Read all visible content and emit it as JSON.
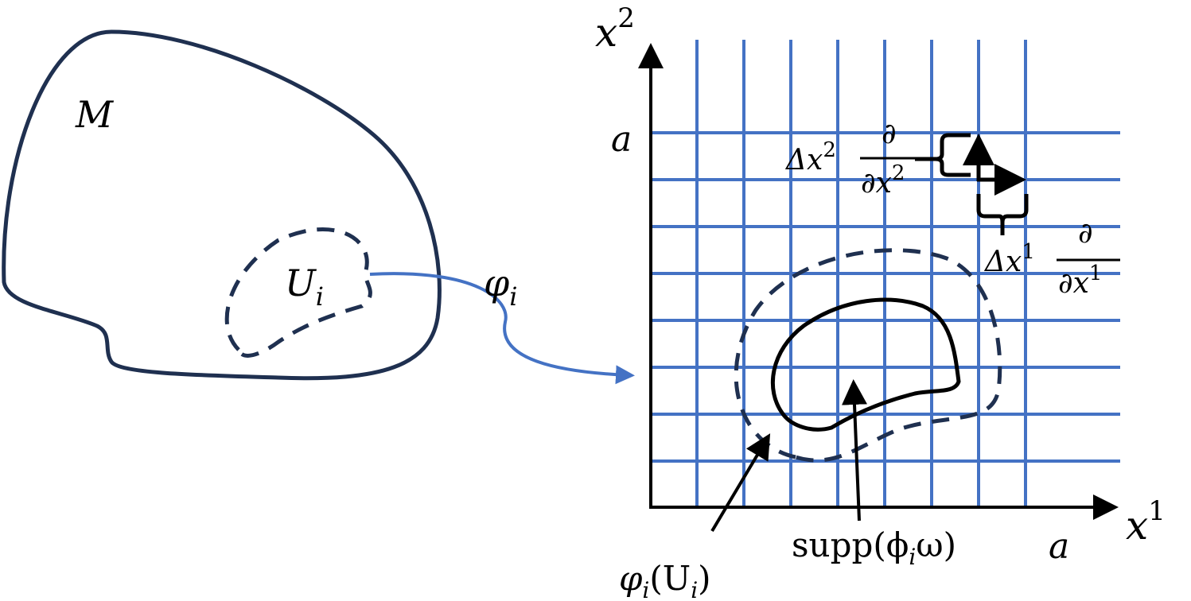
{
  "colors": {
    "grid": "#4472C4",
    "outline": "#1F3050",
    "map_arrow": "#4472C4",
    "ink": "#000000"
  },
  "labels": {
    "manifold": "M",
    "chart_domain": "U",
    "chart_domain_sub": "i",
    "chart_map": "φ",
    "chart_map_sub": "i",
    "axis_y": "x",
    "axis_y_sup": "2",
    "axis_x": "x",
    "axis_x_sup": "1",
    "tick_y": "a",
    "tick_x": "a",
    "vec2_coef": "Δx",
    "vec2_coef_sup": "2",
    "vec2_num": "∂",
    "vec2_den": "∂x",
    "vec2_den_sup": "2",
    "vec1_coef": "Δx",
    "vec1_coef_sup": "1",
    "vec1_num": "∂",
    "vec1_den": "∂x",
    "vec1_den_sup": "1",
    "image_label": "φ",
    "image_label_sub": "i",
    "image_label_rest": "(U",
    "image_label_sub2": "i",
    "image_label_close": ")",
    "support_label": "supp(ϕ",
    "support_label_sub": "i",
    "support_label_rest": "ω)"
  }
}
